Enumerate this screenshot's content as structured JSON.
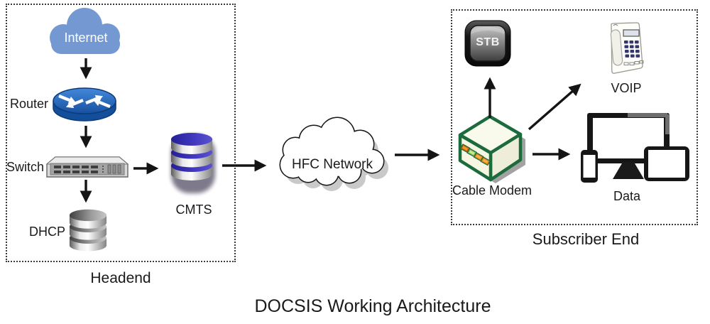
{
  "diagram": {
    "title": "DOCSIS Working Architecture",
    "groups": {
      "headend": {
        "label": "Headend"
      },
      "subscriber": {
        "label": "Subscriber End"
      }
    },
    "nodes": {
      "internet": {
        "label": "Internet"
      },
      "router": {
        "label": "Router"
      },
      "switch": {
        "label": "Switch"
      },
      "dhcp": {
        "label": "DHCP"
      },
      "cmts": {
        "label": "CMTS"
      },
      "hfc": {
        "label": "HFC Network"
      },
      "stb": {
        "label": "STB"
      },
      "voip": {
        "label": "VOIP"
      },
      "cable_modem": {
        "label": "Cable Modem"
      },
      "data": {
        "label": "Data"
      }
    },
    "connections": [
      {
        "from": "internet",
        "to": "router"
      },
      {
        "from": "router",
        "to": "switch"
      },
      {
        "from": "switch",
        "to": "dhcp"
      },
      {
        "from": "switch",
        "to": "cmts"
      },
      {
        "from": "cmts",
        "to": "hfc"
      },
      {
        "from": "hfc",
        "to": "cable_modem"
      },
      {
        "from": "cable_modem",
        "to": "stb"
      },
      {
        "from": "cable_modem",
        "to": "voip"
      },
      {
        "from": "cable_modem",
        "to": "data"
      }
    ],
    "colors": {
      "internet_cloud": "#7499d2",
      "router_blue": "#1d5cac",
      "cmts_blue": "#3b34b2",
      "modem_green": "#1b6b3c",
      "arrow": "#141414",
      "border": "#3a3a3a"
    }
  }
}
